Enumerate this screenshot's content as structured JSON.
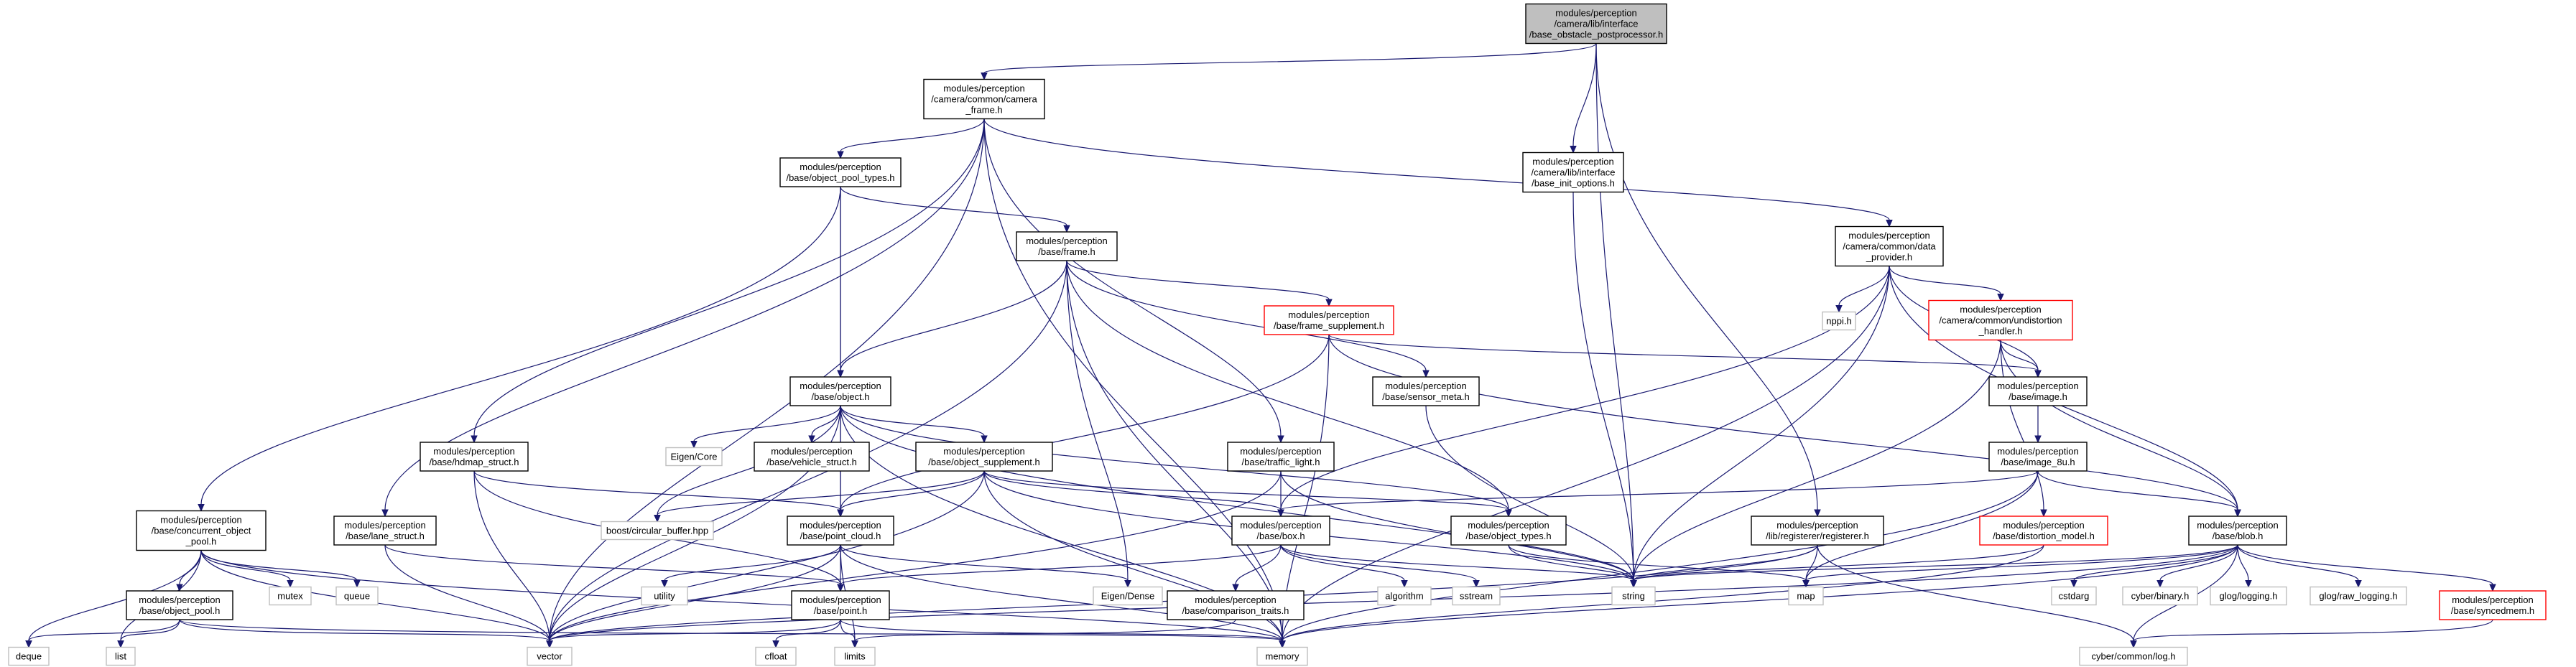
{
  "colors": {
    "edge": "#191970",
    "border_normal": "#000000",
    "border_truncated": "#ff0000",
    "border_system": "#bfbfbf",
    "fill_root": "#bfbfbf",
    "fill_normal": "#ffffff"
  },
  "nodes": [
    {
      "id": "root",
      "lines": [
        "modules/perception",
        "/camera/lib/interface",
        "/base_obstacle_postprocessor.h"
      ],
      "style": "root"
    },
    {
      "id": "camera_frame",
      "lines": [
        "modules/perception",
        "/camera/common/camera",
        "_frame.h"
      ],
      "style": "normal"
    },
    {
      "id": "base_init_options",
      "lines": [
        "modules/perception",
        "/camera/lib/interface",
        "/base_init_options.h"
      ],
      "style": "normal"
    },
    {
      "id": "data_provider",
      "lines": [
        "modules/perception",
        "/camera/common/data",
        "_provider.h"
      ],
      "style": "normal"
    },
    {
      "id": "object_pool_types",
      "lines": [
        "modules/perception",
        "/base/object_pool_types.h"
      ],
      "style": "normal"
    },
    {
      "id": "frame",
      "lines": [
        "modules/perception",
        "/base/frame.h"
      ],
      "style": "normal"
    },
    {
      "id": "frame_supplement",
      "lines": [
        "modules/perception",
        "/base/frame_supplement.h"
      ],
      "style": "truncated"
    },
    {
      "id": "sensor_meta",
      "lines": [
        "modules/perception",
        "/base/sensor_meta.h"
      ],
      "style": "normal"
    },
    {
      "id": "nppi",
      "lines": [
        "nppi.h"
      ],
      "style": "system"
    },
    {
      "id": "undistortion",
      "lines": [
        "modules/perception",
        "/camera/common/undistortion",
        "_handler.h"
      ],
      "style": "truncated"
    },
    {
      "id": "image",
      "lines": [
        "modules/perception",
        "/base/image.h"
      ],
      "style": "normal"
    },
    {
      "id": "object",
      "lines": [
        "modules/perception",
        "/base/object.h"
      ],
      "style": "normal"
    },
    {
      "id": "hdmap_struct",
      "lines": [
        "modules/perception",
        "/base/hdmap_struct.h"
      ],
      "style": "normal"
    },
    {
      "id": "eigen_core",
      "lines": [
        "Eigen/Core"
      ],
      "style": "system"
    },
    {
      "id": "vehicle_struct",
      "lines": [
        "modules/perception",
        "/base/vehicle_struct.h"
      ],
      "style": "normal"
    },
    {
      "id": "object_supplement",
      "lines": [
        "modules/perception",
        "/base/object_supplement.h"
      ],
      "style": "normal"
    },
    {
      "id": "traffic_light",
      "lines": [
        "modules/perception",
        "/base/traffic_light.h"
      ],
      "style": "normal"
    },
    {
      "id": "image_8u",
      "lines": [
        "modules/perception",
        "/base/image_8u.h"
      ],
      "style": "normal"
    },
    {
      "id": "concurrent_object_pool",
      "lines": [
        "modules/perception",
        "/base/concurrent_object",
        "_pool.h"
      ],
      "style": "normal"
    },
    {
      "id": "lane_struct",
      "lines": [
        "modules/perception",
        "/base/lane_struct.h"
      ],
      "style": "normal"
    },
    {
      "id": "circular_buffer",
      "lines": [
        "boost/circular_buffer.hpp"
      ],
      "style": "system"
    },
    {
      "id": "point_cloud",
      "lines": [
        "modules/perception",
        "/base/point_cloud.h"
      ],
      "style": "normal"
    },
    {
      "id": "box",
      "lines": [
        "modules/perception",
        "/base/box.h"
      ],
      "style": "normal"
    },
    {
      "id": "object_types",
      "lines": [
        "modules/perception",
        "/base/object_types.h"
      ],
      "style": "normal"
    },
    {
      "id": "registerer",
      "lines": [
        "modules/perception",
        "/lib/registerer/registerer.h"
      ],
      "style": "normal"
    },
    {
      "id": "distortion_model",
      "lines": [
        "modules/perception",
        "/base/distortion_model.h"
      ],
      "style": "truncated"
    },
    {
      "id": "blob",
      "lines": [
        "modules/perception",
        "/base/blob.h"
      ],
      "style": "normal"
    },
    {
      "id": "mutex",
      "lines": [
        "mutex"
      ],
      "style": "system"
    },
    {
      "id": "queue",
      "lines": [
        "queue"
      ],
      "style": "system"
    },
    {
      "id": "object_pool",
      "lines": [
        "modules/perception",
        "/base/object_pool.h"
      ],
      "style": "normal"
    },
    {
      "id": "utility",
      "lines": [
        "utility"
      ],
      "style": "system"
    },
    {
      "id": "point",
      "lines": [
        "modules/perception",
        "/base/point.h"
      ],
      "style": "normal"
    },
    {
      "id": "eigen_dense",
      "lines": [
        "Eigen/Dense"
      ],
      "style": "system"
    },
    {
      "id": "comparison_traits",
      "lines": [
        "modules/perception",
        "/base/comparison_traits.h"
      ],
      "style": "normal"
    },
    {
      "id": "algorithm",
      "lines": [
        "algorithm"
      ],
      "style": "system"
    },
    {
      "id": "sstream",
      "lines": [
        "sstream"
      ],
      "style": "system"
    },
    {
      "id": "string",
      "lines": [
        "string"
      ],
      "style": "system"
    },
    {
      "id": "map",
      "lines": [
        "map"
      ],
      "style": "system"
    },
    {
      "id": "cstdarg",
      "lines": [
        "cstdarg"
      ],
      "style": "system"
    },
    {
      "id": "cyber_binary",
      "lines": [
        "cyber/binary.h"
      ],
      "style": "system"
    },
    {
      "id": "glog_logging",
      "lines": [
        "glog/logging.h"
      ],
      "style": "system"
    },
    {
      "id": "glog_raw_logging",
      "lines": [
        "glog/raw_logging.h"
      ],
      "style": "system"
    },
    {
      "id": "syncedmem",
      "lines": [
        "modules/perception",
        "/base/syncedmem.h"
      ],
      "style": "truncated"
    },
    {
      "id": "deque",
      "lines": [
        "deque"
      ],
      "style": "system"
    },
    {
      "id": "list",
      "lines": [
        "list"
      ],
      "style": "system"
    },
    {
      "id": "vector",
      "lines": [
        "vector"
      ],
      "style": "system"
    },
    {
      "id": "cfloat",
      "lines": [
        "cfloat"
      ],
      "style": "system"
    },
    {
      "id": "limits",
      "lines": [
        "limits"
      ],
      "style": "system"
    },
    {
      "id": "memory",
      "lines": [
        "memory"
      ],
      "style": "system"
    },
    {
      "id": "cyber_log",
      "lines": [
        "cyber/common/log.h"
      ],
      "style": "system"
    }
  ],
  "edges": [
    [
      "root",
      "camera_frame"
    ],
    [
      "root",
      "base_init_options"
    ],
    [
      "root",
      "string"
    ],
    [
      "root",
      "registerer"
    ],
    [
      "camera_frame",
      "object_pool_types"
    ],
    [
      "camera_frame",
      "data_provider"
    ],
    [
      "camera_frame",
      "traffic_light"
    ],
    [
      "camera_frame",
      "hdmap_struct"
    ],
    [
      "camera_frame",
      "lane_struct"
    ],
    [
      "camera_frame",
      "vector"
    ],
    [
      "camera_frame",
      "memory"
    ],
    [
      "base_init_options",
      "string"
    ],
    [
      "data_provider",
      "nppi"
    ],
    [
      "data_provider",
      "undistortion"
    ],
    [
      "data_provider",
      "image"
    ],
    [
      "data_provider",
      "blob"
    ],
    [
      "data_provider",
      "box"
    ],
    [
      "data_provider",
      "string"
    ],
    [
      "data_provider",
      "memory"
    ],
    [
      "object_pool_types",
      "frame"
    ],
    [
      "object_pool_types",
      "object"
    ],
    [
      "object_pool_types",
      "concurrent_object_pool"
    ],
    [
      "object_pool_types",
      "point_cloud"
    ],
    [
      "frame",
      "frame_supplement"
    ],
    [
      "frame",
      "sensor_meta"
    ],
    [
      "frame",
      "object"
    ],
    [
      "frame",
      "object_types"
    ],
    [
      "frame",
      "eigen_dense"
    ],
    [
      "frame",
      "vector"
    ],
    [
      "frame",
      "memory"
    ],
    [
      "frame_supplement",
      "image"
    ],
    [
      "frame_supplement",
      "blob"
    ],
    [
      "frame_supplement",
      "point_cloud"
    ],
    [
      "frame_supplement",
      "memory"
    ],
    [
      "sensor_meta",
      "string"
    ],
    [
      "undistortion",
      "image"
    ],
    [
      "undistortion",
      "distortion_model"
    ],
    [
      "undistortion",
      "blob"
    ],
    [
      "undistortion",
      "string"
    ],
    [
      "image",
      "image_8u"
    ],
    [
      "image_8u",
      "blob"
    ],
    [
      "image_8u",
      "box"
    ],
    [
      "image_8u",
      "map"
    ],
    [
      "image_8u",
      "memory"
    ],
    [
      "object",
      "eigen_core"
    ],
    [
      "object",
      "vehicle_struct"
    ],
    [
      "object",
      "object_supplement"
    ],
    [
      "object",
      "point_cloud"
    ],
    [
      "object",
      "object_types"
    ],
    [
      "object",
      "circular_buffer"
    ],
    [
      "object",
      "string"
    ],
    [
      "object",
      "vector"
    ],
    [
      "object",
      "memory"
    ],
    [
      "hdmap_struct",
      "point_cloud"
    ],
    [
      "hdmap_struct",
      "point"
    ],
    [
      "hdmap_struct",
      "vector"
    ],
    [
      "object_supplement",
      "point_cloud"
    ],
    [
      "object_supplement",
      "box"
    ],
    [
      "object_supplement",
      "object_types"
    ],
    [
      "object_supplement",
      "circular_buffer"
    ],
    [
      "object_supplement",
      "vector"
    ],
    [
      "object_supplement",
      "memory"
    ],
    [
      "object_supplement",
      "string"
    ],
    [
      "traffic_light",
      "box"
    ],
    [
      "traffic_light",
      "string"
    ],
    [
      "traffic_light",
      "vector"
    ],
    [
      "concurrent_object_pool",
      "object_pool"
    ],
    [
      "concurrent_object_pool",
      "mutex"
    ],
    [
      "concurrent_object_pool",
      "queue"
    ],
    [
      "concurrent_object_pool",
      "deque"
    ],
    [
      "concurrent_object_pool",
      "list"
    ],
    [
      "concurrent_object_pool",
      "vector"
    ],
    [
      "concurrent_object_pool",
      "memory"
    ],
    [
      "lane_struct",
      "point"
    ],
    [
      "lane_struct",
      "vector"
    ],
    [
      "point_cloud",
      "point"
    ],
    [
      "point_cloud",
      "utility"
    ],
    [
      "point_cloud",
      "eigen_dense"
    ],
    [
      "point_cloud",
      "limits"
    ],
    [
      "point_cloud",
      "vector"
    ],
    [
      "point_cloud",
      "memory"
    ],
    [
      "box",
      "point"
    ],
    [
      "box",
      "comparison_traits"
    ],
    [
      "box",
      "algorithm"
    ],
    [
      "box",
      "sstream"
    ],
    [
      "box",
      "string"
    ],
    [
      "object_types",
      "string"
    ],
    [
      "object_types",
      "map"
    ],
    [
      "registerer",
      "map"
    ],
    [
      "registerer",
      "string"
    ],
    [
      "registerer",
      "vector"
    ],
    [
      "registerer",
      "cyber_log"
    ],
    [
      "distortion_model",
      "string"
    ],
    [
      "distortion_model",
      "memory"
    ],
    [
      "blob",
      "syncedmem"
    ],
    [
      "blob",
      "cstdarg"
    ],
    [
      "blob",
      "cyber_binary"
    ],
    [
      "blob",
      "glog_logging"
    ],
    [
      "blob",
      "glog_raw_logging"
    ],
    [
      "blob",
      "string"
    ],
    [
      "blob",
      "map"
    ],
    [
      "blob",
      "vector"
    ],
    [
      "blob",
      "memory"
    ],
    [
      "blob",
      "cyber_log"
    ],
    [
      "syncedmem",
      "cyber_log"
    ],
    [
      "object_pool",
      "deque"
    ],
    [
      "object_pool",
      "list"
    ],
    [
      "object_pool",
      "vector"
    ],
    [
      "object_pool",
      "memory"
    ],
    [
      "point",
      "cfloat"
    ],
    [
      "point",
      "limits"
    ],
    [
      "point",
      "vector"
    ],
    [
      "point",
      "memory"
    ],
    [
      "comparison_traits",
      "limits"
    ]
  ]
}
